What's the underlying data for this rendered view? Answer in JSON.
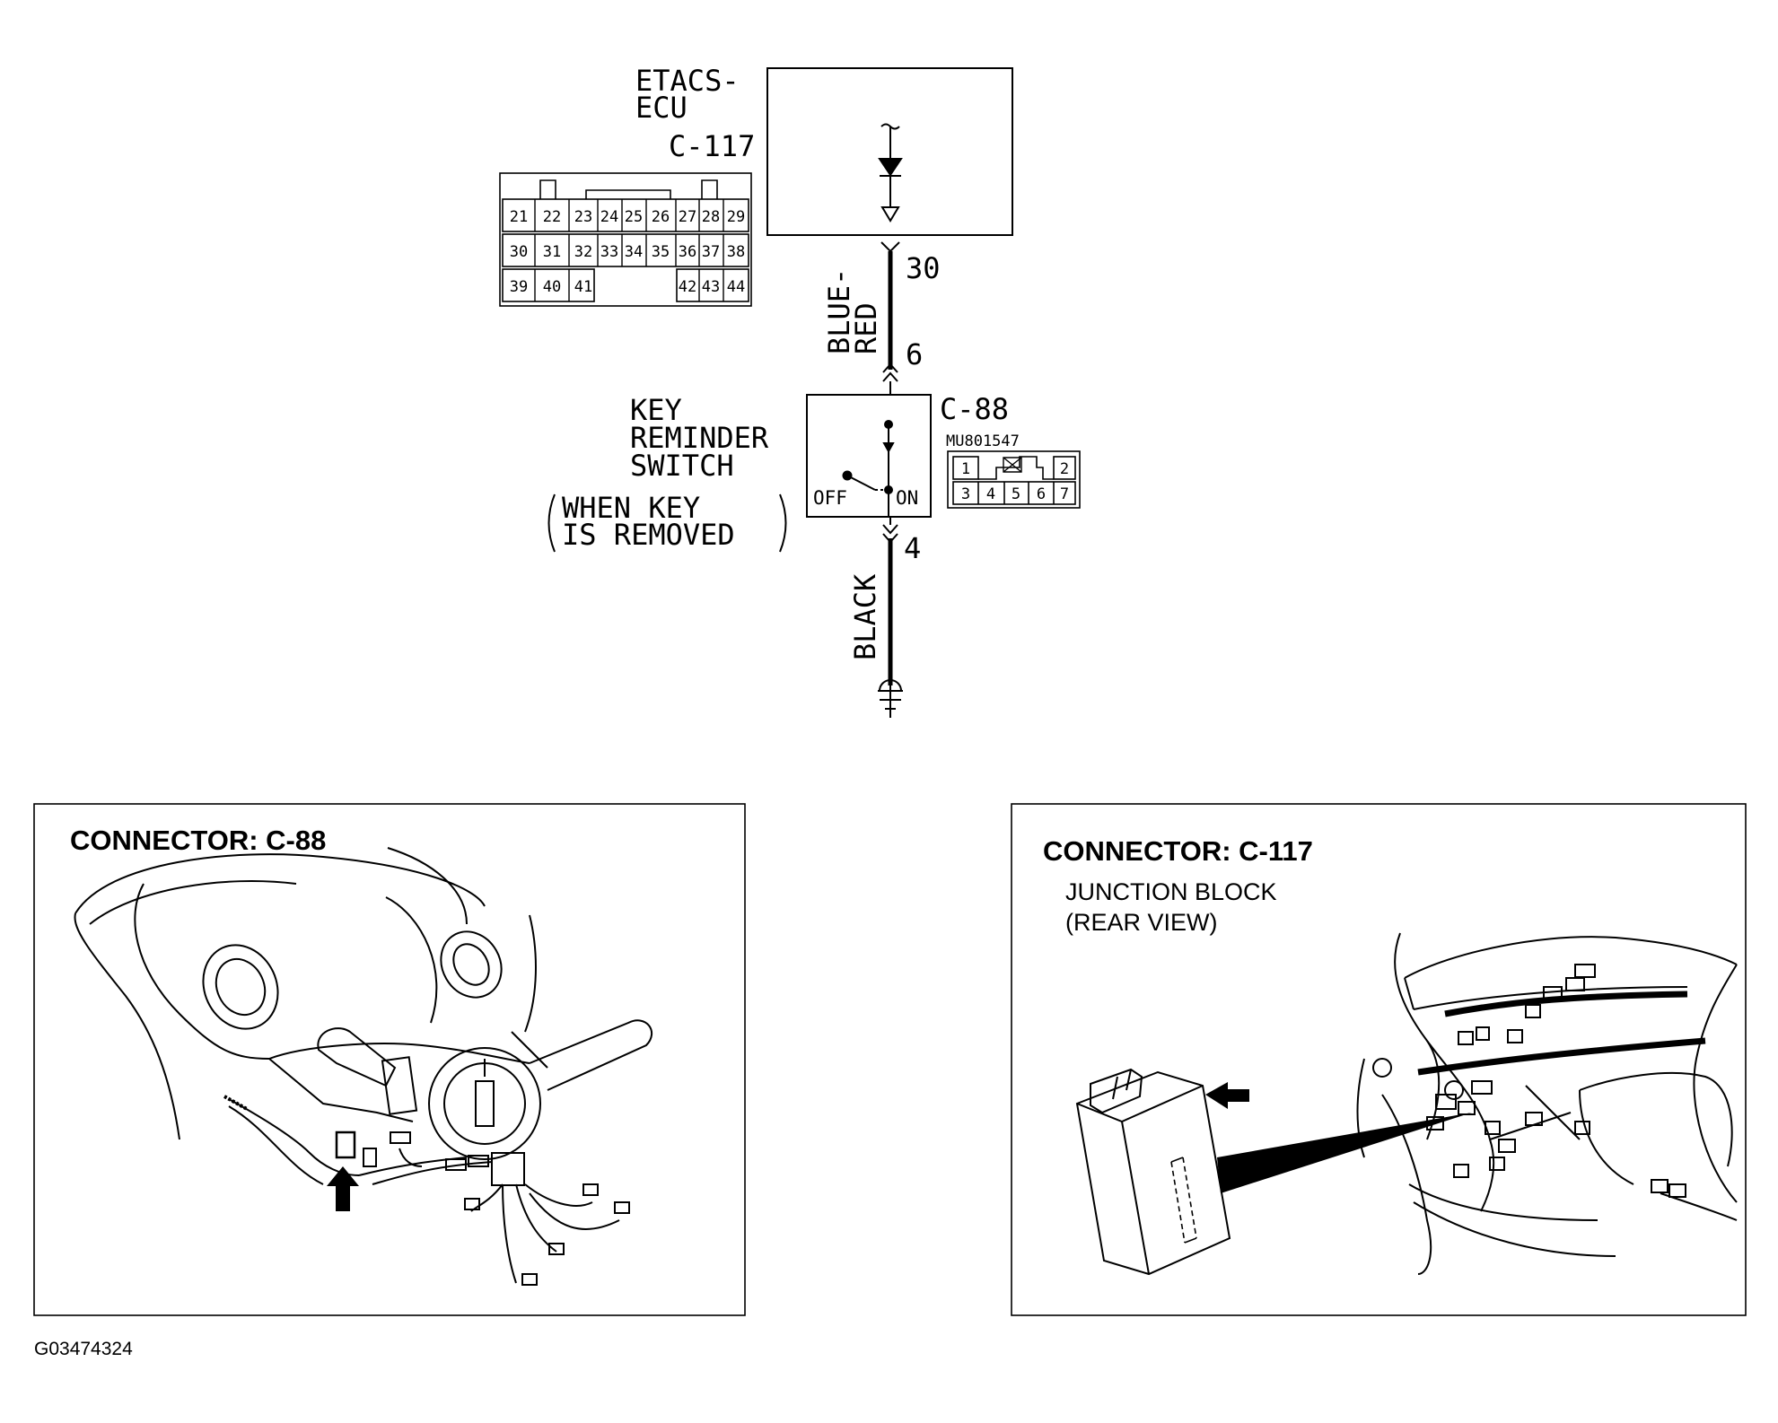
{
  "ecu": {
    "name_line1": "ETACS-",
    "name_line2": "ECU",
    "connector": "C-117",
    "pins_row1": [
      "21",
      "22",
      "23",
      "24",
      "25",
      "26",
      "27",
      "28",
      "29"
    ],
    "pins_row2": [
      "30",
      "31",
      "32",
      "33",
      "34",
      "35",
      "36",
      "37",
      "38"
    ],
    "pins_row3_left": [
      "39",
      "40",
      "41"
    ],
    "pins_row3_right": [
      "42",
      "43",
      "44"
    ]
  },
  "wire_top": {
    "label_line1": "BLUE-",
    "label_line2": "RED",
    "pin_ecu": "30",
    "pin_switch": "6"
  },
  "switch": {
    "name_line1": "KEY",
    "name_line2": "REMINDER",
    "name_line3": "SWITCH",
    "condition_line1": "WHEN KEY",
    "condition_line2": "IS REMOVED",
    "off_label": "OFF",
    "on_label": "ON",
    "connector": "C-88",
    "part_number": "MU801547",
    "pins_row1": [
      "1",
      "2"
    ],
    "pins_row2": [
      "3",
      "4",
      "5",
      "6",
      "7"
    ]
  },
  "wire_bottom": {
    "label": "BLACK",
    "pin_switch": "4"
  },
  "panel_left": {
    "title": "CONNECTOR: C-88"
  },
  "panel_right": {
    "title": "CONNECTOR: C-117",
    "subtitle_line1": "JUNCTION BLOCK",
    "subtitle_line2": "(REAR VIEW)"
  },
  "figure_id": "G03474324"
}
